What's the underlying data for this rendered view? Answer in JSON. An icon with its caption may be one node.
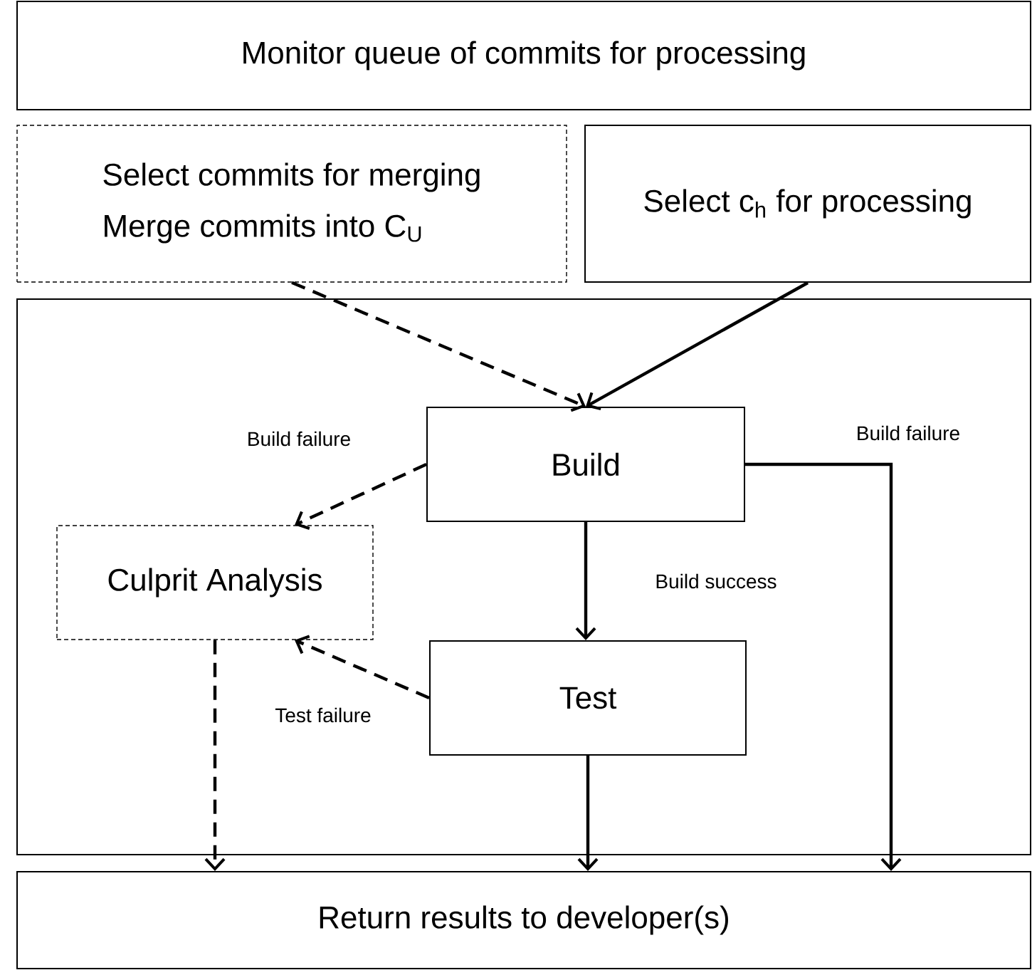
{
  "diagram": {
    "nodes": [
      {
        "text": [
          "Monitor queue of commits for processing"
        ]
      },
      {
        "text": [
          "Select commits for merging",
          "Merge commits into C$_{U}$"
        ]
      },
      {
        "text": [
          "Select c$_{h}$ for processing"
        ]
      },
      {
        "text": [],
        "shape": "box"
      },
      {
        "text": [
          "Build"
        ],
        "in": 3
      },
      {
        "text": [
          "Culprit Analysis"
        ],
        "in": 3
      },
      {
        "text": [
          "Test"
        ],
        "in": 3
      },
      {
        "text": [
          "Return results to developer(s)"
        ]
      }
    ],
    "edges": [
      {
        "from": 1,
        "to": 4,
        "arrow": "to",
        "style": "dashed"
      },
      {
        "from": 2,
        "to": 4,
        "arrow": "to"
      },
      {
        "from": 4,
        "to": 5,
        "arrow": "to",
        "style": "dashed",
        "label": "Build failure"
      },
      {
        "from": 4,
        "to": 7,
        "arrow": "to",
        "label": "Build failure"
      },
      {
        "from": 4,
        "to": 6,
        "arrow": "to",
        "label": "Build success"
      },
      {
        "from": 6,
        "to": 5,
        "arrow": "to",
        "style": "dashed",
        "label": "Test failure"
      },
      {
        "from": 6,
        "to": 7,
        "arrow": "to"
      },
      {
        "from": 5,
        "to": 7,
        "arrow": "to",
        "style": "dashed"
      }
    ]
  }
}
